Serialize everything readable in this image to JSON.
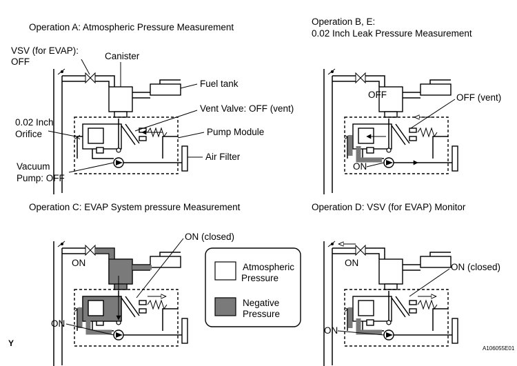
{
  "panels": {
    "a": {
      "title": "Operation A: Atmospheric Pressure Measurement",
      "vsv": "VSV (for EVAP):",
      "vsv_state": "OFF",
      "canister": "Canister",
      "fuel_tank": "Fuel tank",
      "vent_valve": "Vent Valve: OFF (vent)",
      "orifice_1": "0.02 Inch",
      "orifice_2": "Orifice",
      "pump_module": "Pump Module",
      "air_filter": "Air Filter",
      "vacuum_pump_1": "Vacuum",
      "vacuum_pump_2": "Pump: OFF"
    },
    "b": {
      "title_1": "Operation B, E:",
      "title_2": "0.02 Inch Leak Pressure Measurement",
      "vsv_state": "OFF",
      "vent_state": "OFF (vent)",
      "pump_state": "ON"
    },
    "c": {
      "title": "Operation C: EVAP System pressure Measurement",
      "vent_state": "ON (closed)",
      "vsv_state": "ON",
      "pump_state": "ON"
    },
    "d": {
      "title": "Operation D: VSV (for EVAP) Monitor",
      "vsv_state": "ON",
      "vent_state": "ON (closed)",
      "pump_state": "ON"
    }
  },
  "legend": {
    "atmospheric_1": "Atmospheric",
    "atmospheric_2": "Pressure",
    "negative_1": "Negative",
    "negative_2": "Pressure",
    "negative_color": "#7a7a7a"
  },
  "corner_mark": "Y",
  "figure_id": "A106055E01"
}
